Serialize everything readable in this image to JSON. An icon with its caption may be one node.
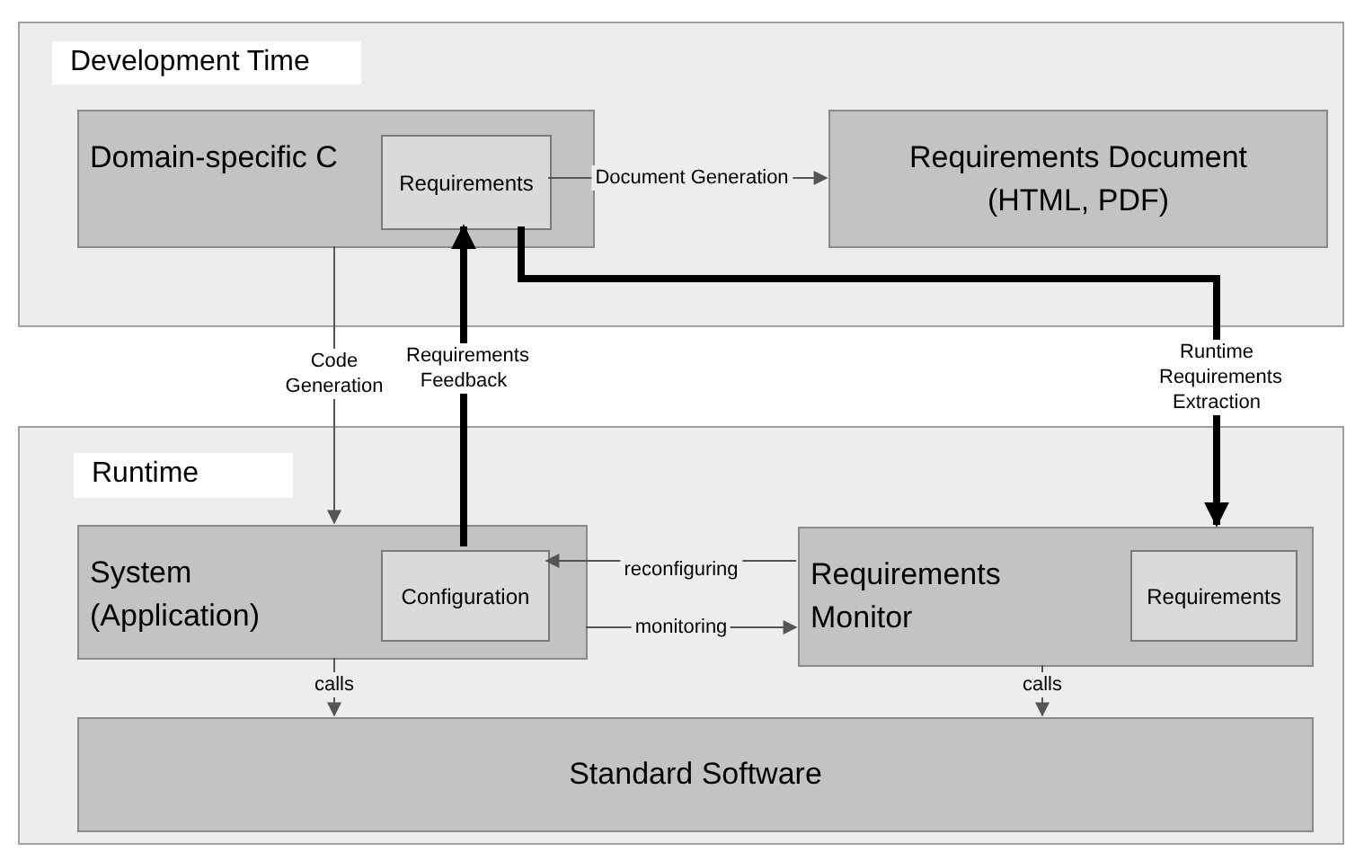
{
  "diagram": {
    "nodes": [
      {
        "text": [
          "Development Time"
        ]
      },
      {
        "text": [
          "Domain-specific C"
        ],
        "in": 0
      },
      {
        "text": [
          "Requirements"
        ],
        "in": 1
      },
      {
        "text": [
          "Requirements Document (HTML, PDF)"
        ],
        "in": 0
      },
      {
        "text": [
          "Runtime"
        ]
      },
      {
        "text": [
          "System (Application)"
        ],
        "in": 4
      },
      {
        "text": [
          "Configuration"
        ],
        "in": 5
      },
      {
        "text": [
          "Requirements Monitor"
        ],
        "in": 4
      },
      {
        "text": [
          "Requirements"
        ],
        "in": 7
      },
      {
        "text": [
          "Standard Software"
        ],
        "in": 4
      }
    ],
    "edges": [
      {
        "from": 2,
        "to": 3,
        "arrow": "to",
        "label": "Document Generation"
      },
      {
        "from": 1,
        "to": 5,
        "arrow": "to",
        "label": "Code Generation"
      },
      {
        "from": 6,
        "to": 2,
        "arrow": "to",
        "label": "Requirements Feedback",
        "style": "thick"
      },
      {
        "from": 2,
        "to": 7,
        "arrow": "to",
        "label": "Runtime Requirements Extraction",
        "style": "thick"
      },
      {
        "from": 7,
        "to": 6,
        "arrow": "to",
        "label": "reconfiguring"
      },
      {
        "from": 5,
        "to": 7,
        "arrow": "to",
        "label": "monitoring"
      },
      {
        "from": 5,
        "to": 9,
        "arrow": "to",
        "label": "calls"
      },
      {
        "from": 7,
        "to": 9,
        "arrow": "to",
        "label": "calls"
      }
    ]
  }
}
